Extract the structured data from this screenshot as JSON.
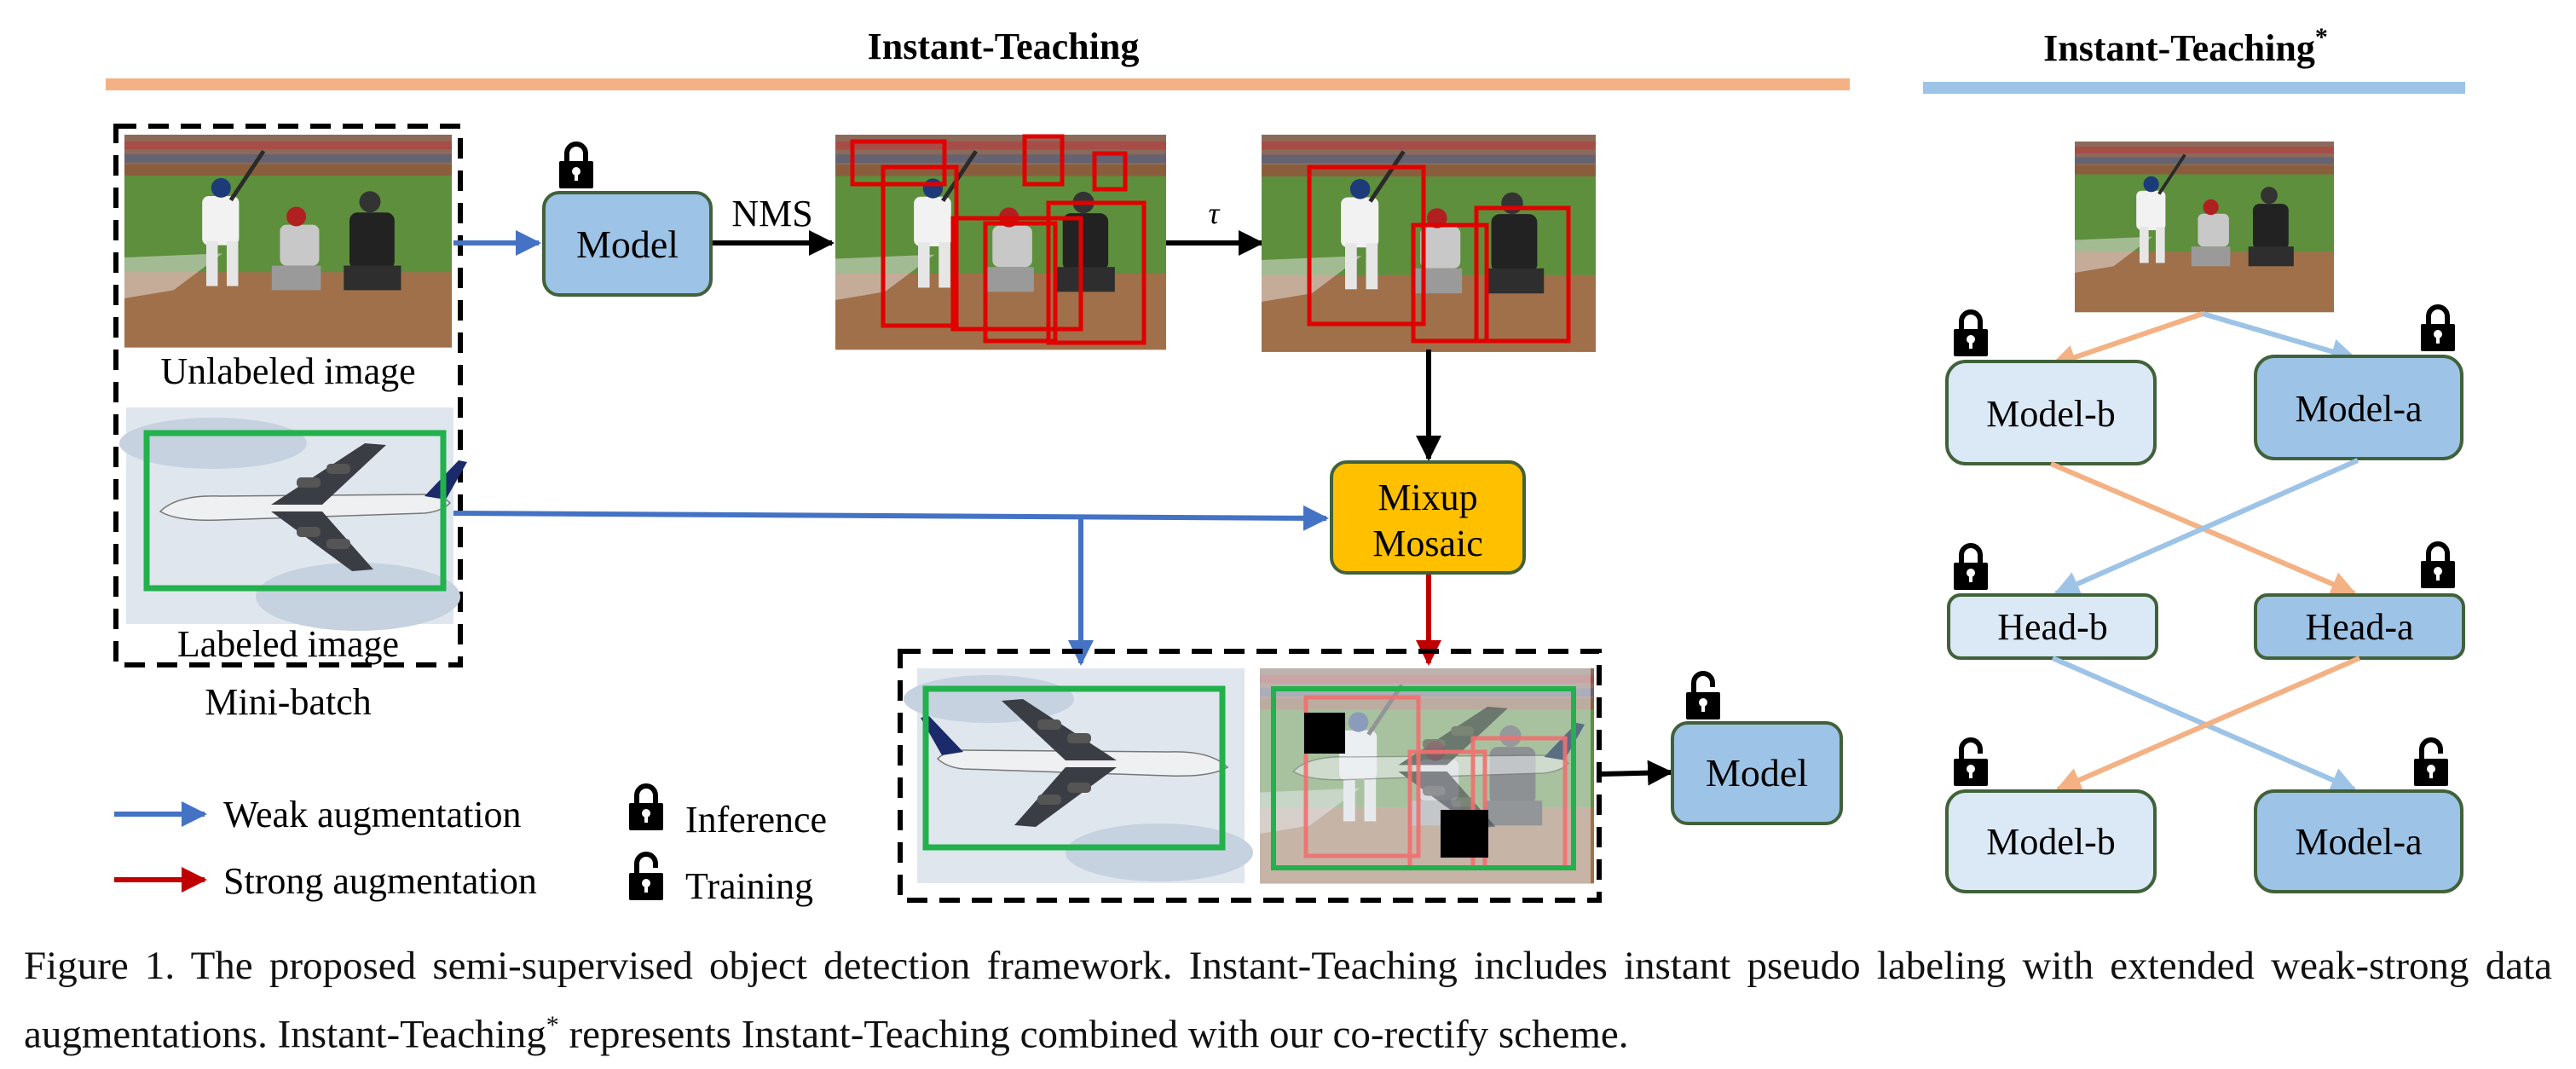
{
  "figure": {
    "title_left": "Instant-Teaching",
    "title_right": "Instant-Teaching",
    "title_right_sup": "*",
    "labels": {
      "unlabeled_image": "Unlabeled image",
      "labeled_image": "Labeled image",
      "mini_batch": "Mini-batch",
      "model": "Model",
      "nms": "NMS",
      "tau": "τ",
      "mixup": "Mixup",
      "mosaic": "Mosaic",
      "model_b": "Model-b",
      "model_a": "Model-a",
      "head_b": "Head-b",
      "head_a": "Head-a"
    },
    "legend": {
      "weak": "Weak augmentation",
      "strong": "Strong augmentation",
      "inference": "Inference",
      "training": "Training"
    },
    "colors": {
      "weak_arrow": "#4472c4",
      "strong_arrow": "#c00000",
      "box_fill": "#9dc3e6",
      "box_fill_light": "#dbe8f5",
      "box_stroke": "#41613a",
      "mix_fill": "#ffc000",
      "bar_orange": "#f4b183",
      "bar_blue": "#9dc3e6",
      "cross_orange": "#f4b183",
      "cross_blue": "#9dc3e6",
      "bbox_red": "#e00000",
      "bbox_green": "#22b14c"
    }
  },
  "caption": {
    "label": "Figure 1.",
    "text1": " The proposed semi-supervised object detection framework.  Instant-Teaching includes instant pseudo labeling with extended weak-strong data augmentations. Instant-Teaching",
    "sup": "*",
    "text2": " represents Instant-Teaching combined with our co-rectify scheme."
  }
}
